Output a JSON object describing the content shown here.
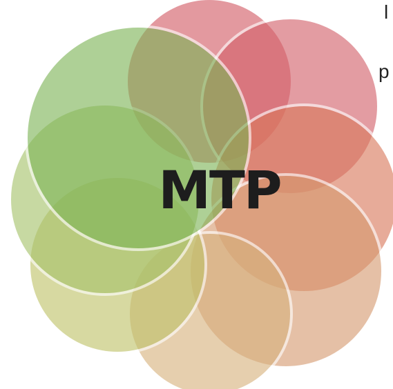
{
  "diagram": {
    "center_label": "MTP",
    "petals": [
      {
        "name": "petal-top",
        "color": "#d35b66"
      },
      {
        "name": "petal-top-right",
        "color": "#d3616a"
      },
      {
        "name": "petal-right",
        "color": "#d9795c"
      },
      {
        "name": "petal-bottom-right",
        "color": "#d69a70"
      },
      {
        "name": "petal-bottom",
        "color": "#d7b27e"
      },
      {
        "name": "petal-bottom-left",
        "color": "#bfc269"
      },
      {
        "name": "petal-left",
        "color": "#a6c26a"
      },
      {
        "name": "petal-top-left",
        "color": "#7db457"
      }
    ]
  },
  "edge_text": {
    "top": "l",
    "middle": "p"
  }
}
